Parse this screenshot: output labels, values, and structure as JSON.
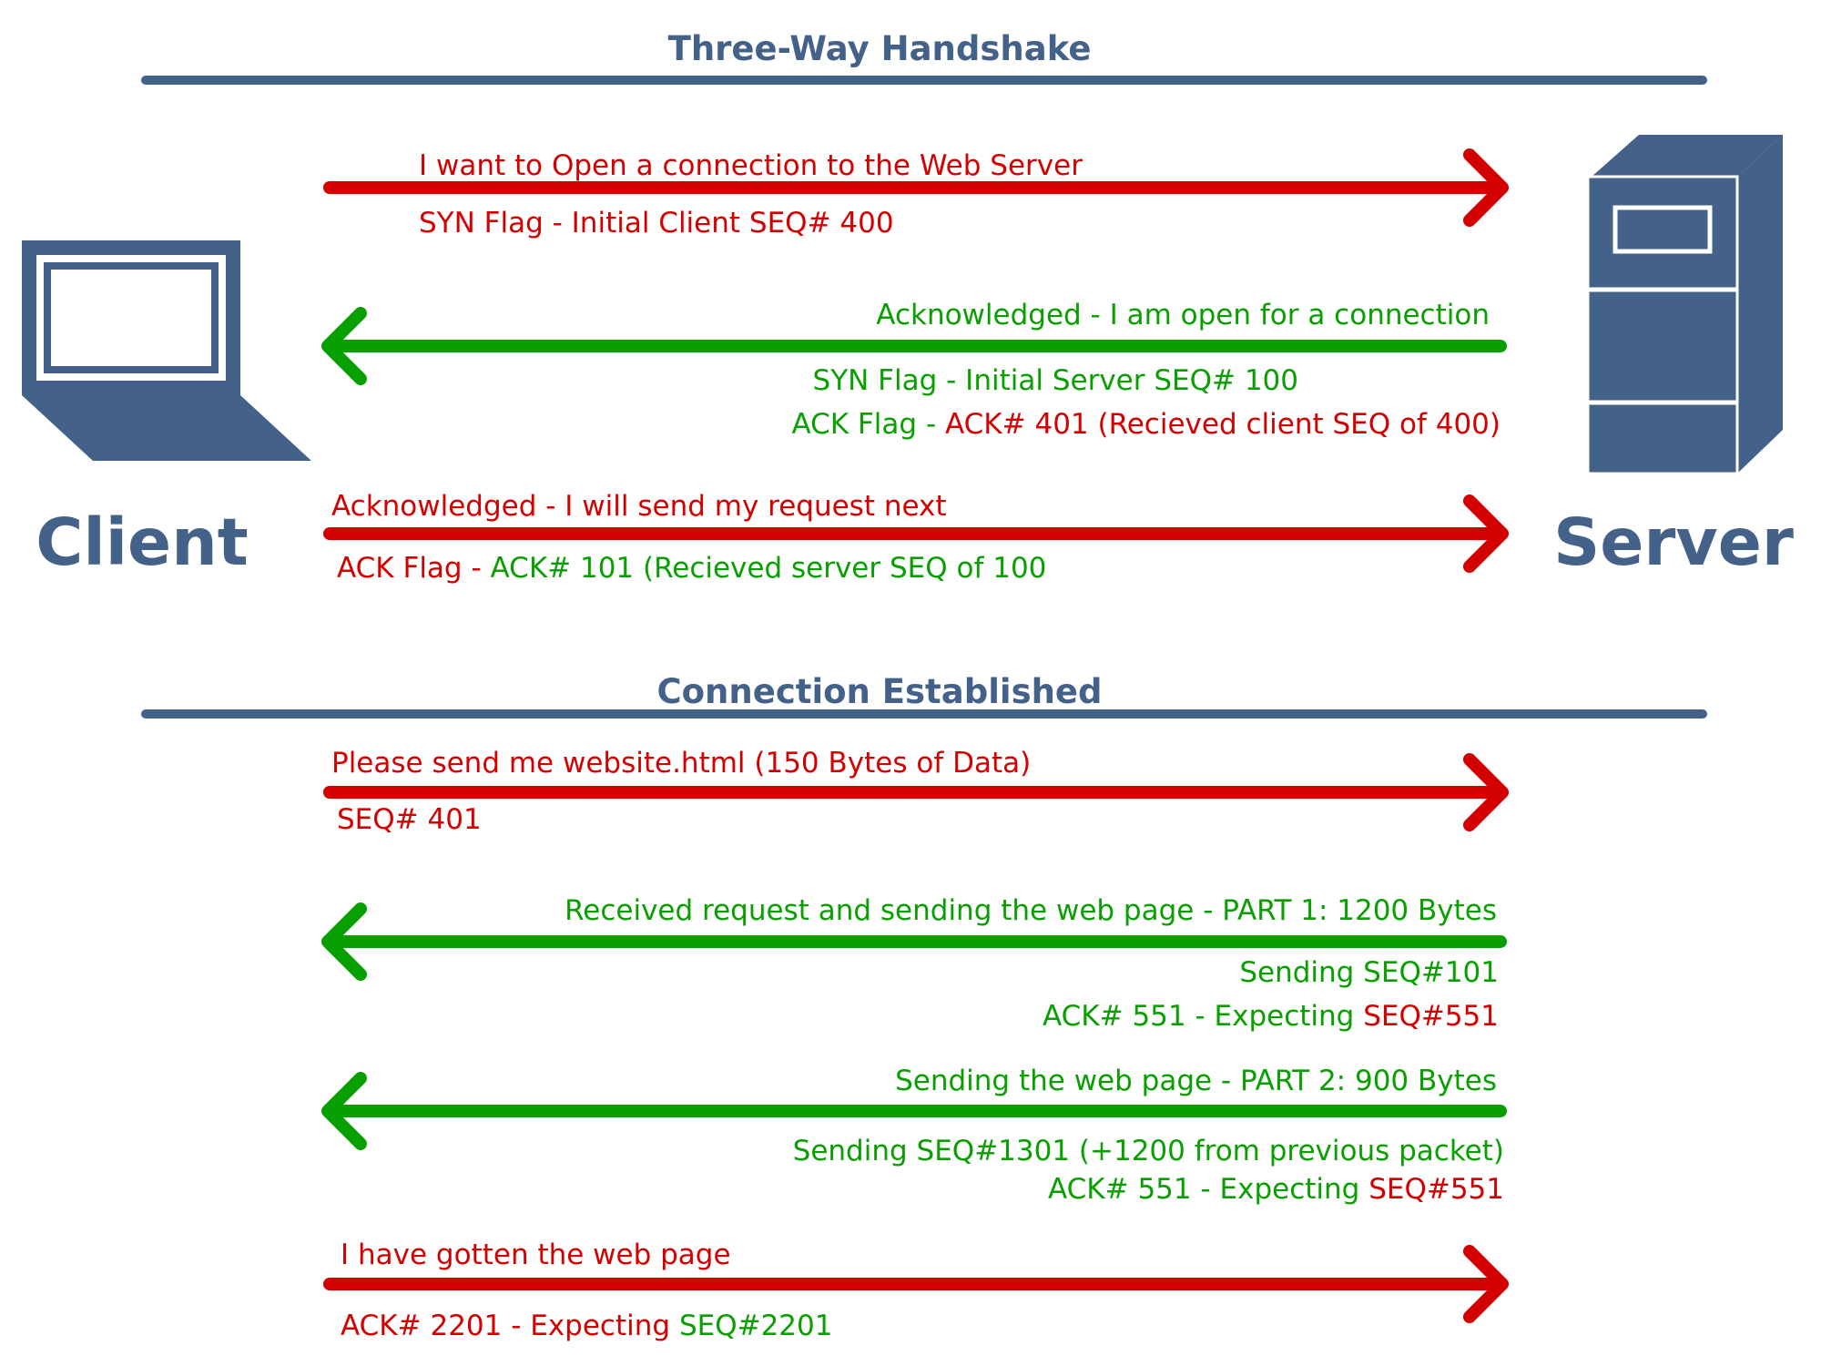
{
  "colors": {
    "client_to_server": "#d40000",
    "server_to_client": "#08a000",
    "slate": "#44618a"
  },
  "sections": {
    "handshake_title": "Three-Way Handshake",
    "established_title": "Connection Established"
  },
  "nodes": {
    "client": {
      "label": "Client",
      "icon": "laptop-icon"
    },
    "server": {
      "label": "Server",
      "icon": "server-tower-icon"
    }
  },
  "messages": {
    "m1": {
      "direction": "client-to-server",
      "label": "I want to Open a connection to the Web Server",
      "d1": "SYN Flag - Initial Client SEQ# 400"
    },
    "m2": {
      "direction": "server-to-client",
      "label": "Acknowledged - I am open for a connection",
      "d1": "SYN Flag - Initial Server SEQ# 100",
      "d2a": "ACK Flag - ",
      "d2b": "ACK# 401 (Recieved client SEQ of 400)"
    },
    "m3": {
      "direction": "client-to-server",
      "label": "Acknowledged - I will send my request next",
      "d1a": "ACK Flag - ",
      "d1b": "ACK# 101 (Recieved server SEQ of 100"
    },
    "m4": {
      "direction": "client-to-server",
      "label": "Please send me website.html (150 Bytes of Data)",
      "d1": "SEQ# 401"
    },
    "m5": {
      "direction": "server-to-client",
      "label": "Received request and sending the web page - PART 1: 1200 Bytes",
      "d1": "Sending SEQ#101",
      "d2a": "ACK# 551 - Expecting ",
      "d2b": "SEQ#551"
    },
    "m6": {
      "direction": "server-to-client",
      "label": "Sending the web page - PART 2: 900 Bytes",
      "d1": "Sending SEQ#1301 (+1200 from previous packet)",
      "d2a": "ACK# 551 - Expecting ",
      "d2b": "SEQ#551"
    },
    "m7": {
      "direction": "client-to-server",
      "label": "I have gotten the web page",
      "d1a": "ACK# 2201 - Expecting ",
      "d1b": "SEQ#2201"
    }
  }
}
